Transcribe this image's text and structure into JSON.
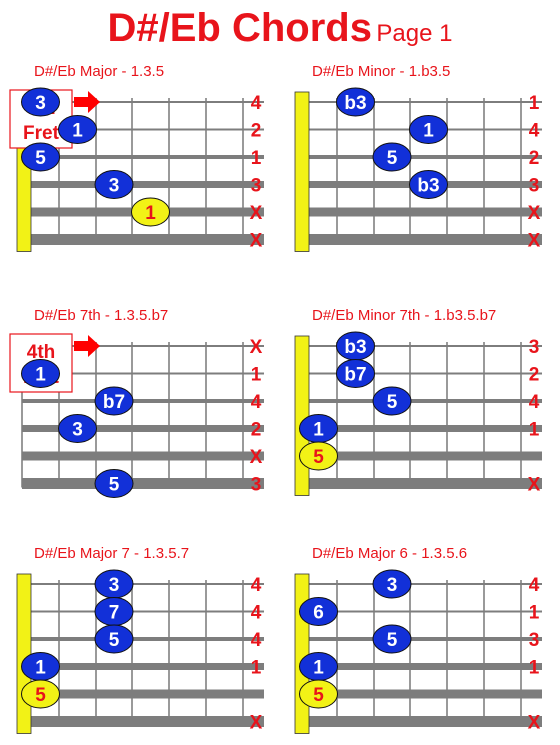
{
  "page": {
    "title": "D#/Eb  Chords",
    "subtitle": "Page 1"
  },
  "colors": {
    "title_red": "#e8141b",
    "finger_blue": "#1230d8",
    "root_yellow": "#f2f216",
    "string_gray": "#7d7d7d",
    "fret_gray": "#9a9a9a",
    "callout_arrow_red": "#ff0000"
  },
  "charts": [
    {
      "id": "major",
      "title": "D#/Eb  Major - 1.3.5",
      "fret_label": [
        "3rd",
        "Fret"
      ],
      "nut": true,
      "string_labels": [
        "4",
        "2",
        "1",
        "3",
        "X",
        "X"
      ],
      "dots": [
        {
          "string": 1,
          "fret": 1,
          "label": "3",
          "root": false
        },
        {
          "string": 2,
          "fret": 2,
          "label": "1",
          "root": false
        },
        {
          "string": 3,
          "fret": 1,
          "label": "5",
          "root": false
        },
        {
          "string": 4,
          "fret": 3,
          "label": "3",
          "root": false
        },
        {
          "string": 5,
          "fret": 4,
          "label": "1",
          "root": true
        }
      ]
    },
    {
      "id": "minor",
      "title": "D#/Eb  Minor - 1.b3.5",
      "fret_label": null,
      "nut": true,
      "string_labels": [
        "1",
        "4",
        "2",
        "3",
        "X",
        "X"
      ],
      "dots": [
        {
          "string": 1,
          "fret": 2,
          "label": "b3",
          "root": false
        },
        {
          "string": 2,
          "fret": 4,
          "label": "1",
          "root": false
        },
        {
          "string": 3,
          "fret": 3,
          "label": "5",
          "root": false
        },
        {
          "string": 4,
          "fret": 4,
          "label": "b3",
          "root": false
        }
      ]
    },
    {
      "id": "seventh",
      "title": "D#/Eb  7th - 1.3.5.b7",
      "fret_label": [
        "4th",
        "Fret"
      ],
      "nut": false,
      "string_labels": [
        "X",
        "1",
        "4",
        "2",
        "X",
        "3"
      ],
      "dots": [
        {
          "string": 2,
          "fret": 1,
          "label": "1",
          "root": false
        },
        {
          "string": 3,
          "fret": 3,
          "label": "b7",
          "root": false
        },
        {
          "string": 4,
          "fret": 2,
          "label": "3",
          "root": false
        },
        {
          "string": 6,
          "fret": 3,
          "label": "5",
          "root": false
        }
      ]
    },
    {
      "id": "minor7",
      "title": "D#/Eb  Minor 7th - 1.b3.5.b7",
      "fret_label": null,
      "nut": true,
      "string_labels": [
        "3",
        "2",
        "4",
        "1",
        "",
        "X"
      ],
      "dots": [
        {
          "string": 1,
          "fret": 2,
          "label": "b3",
          "root": false
        },
        {
          "string": 2,
          "fret": 2,
          "label": "b7",
          "root": false
        },
        {
          "string": 3,
          "fret": 3,
          "label": "5",
          "root": false
        },
        {
          "string": 4,
          "fret": 1,
          "label": "1",
          "root": false
        },
        {
          "string": 5,
          "fret": 1,
          "label": "5",
          "root": true
        }
      ]
    },
    {
      "id": "major7",
      "title": "D#/Eb  Major 7 - 1.3.5.7",
      "fret_label": null,
      "nut": true,
      "string_labels": [
        "4",
        "4",
        "4",
        "1",
        "",
        "X"
      ],
      "dots": [
        {
          "string": 1,
          "fret": 3,
          "label": "3",
          "root": false
        },
        {
          "string": 2,
          "fret": 3,
          "label": "7",
          "root": false
        },
        {
          "string": 3,
          "fret": 3,
          "label": "5",
          "root": false
        },
        {
          "string": 4,
          "fret": 1,
          "label": "1",
          "root": false
        },
        {
          "string": 5,
          "fret": 1,
          "label": "5",
          "root": true
        }
      ]
    },
    {
      "id": "major6",
      "title": "D#/Eb  Major 6 - 1.3.5.6",
      "fret_label": null,
      "nut": true,
      "string_labels": [
        "4",
        "1",
        "3",
        "1",
        "",
        "X"
      ],
      "dots": [
        {
          "string": 1,
          "fret": 3,
          "label": "3",
          "root": false
        },
        {
          "string": 2,
          "fret": 1,
          "label": "6",
          "root": false
        },
        {
          "string": 3,
          "fret": 3,
          "label": "5",
          "root": false
        },
        {
          "string": 4,
          "fret": 1,
          "label": "1",
          "root": false
        },
        {
          "string": 5,
          "fret": 1,
          "label": "5",
          "root": true
        }
      ]
    }
  ]
}
